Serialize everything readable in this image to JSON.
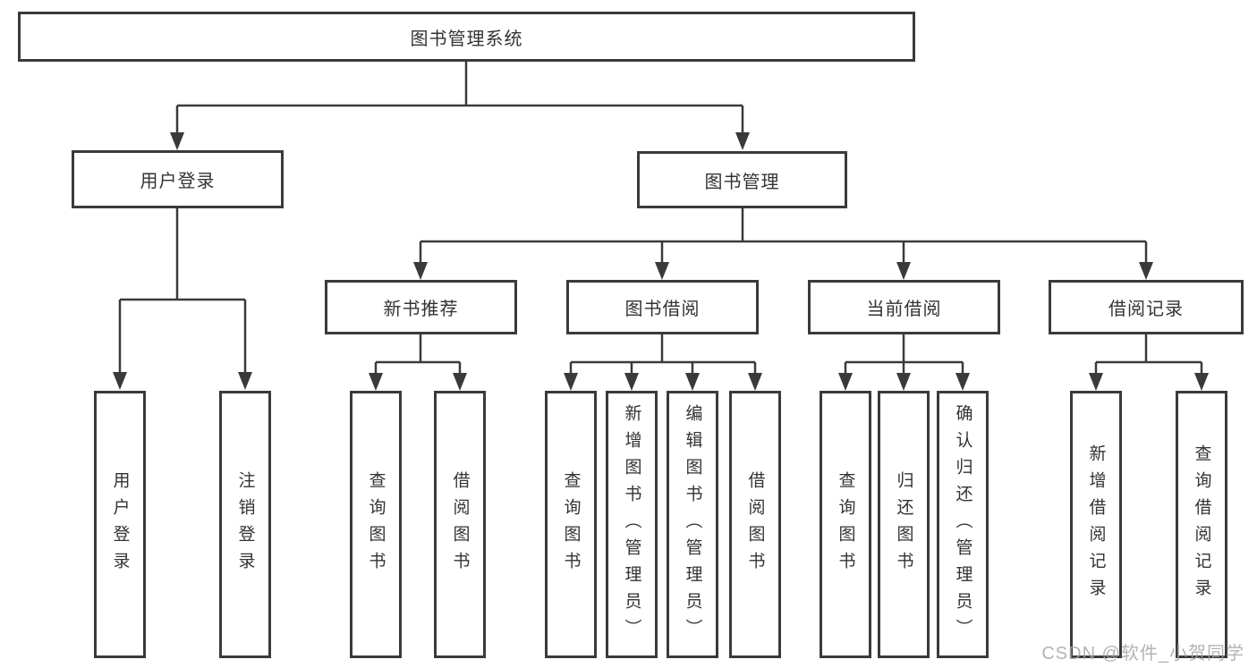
{
  "diagram": {
    "root": {
      "label": "图书管理系统",
      "children": [
        {
          "label": "用户登录",
          "children": [
            {
              "label": "用户登录"
            },
            {
              "label": "注销登录"
            }
          ]
        },
        {
          "label": "图书管理",
          "children": [
            {
              "label": "新书推荐",
              "children": [
                {
                  "label": "查询图书"
                },
                {
                  "label": "借阅图书"
                }
              ]
            },
            {
              "label": "图书借阅",
              "children": [
                {
                  "label": "查询图书"
                },
                {
                  "label": "新增图书（管理员）"
                },
                {
                  "label": "编辑图书（管理员）"
                },
                {
                  "label": "借阅图书"
                }
              ]
            },
            {
              "label": "当前借阅",
              "children": [
                {
                  "label": "查询图书"
                },
                {
                  "label": "归还图书"
                },
                {
                  "label": "确认归还（管理员）"
                }
              ]
            },
            {
              "label": "借阅记录",
              "children": [
                {
                  "label": "新增借阅记录"
                },
                {
                  "label": "查询借阅记录"
                }
              ]
            }
          ]
        }
      ]
    }
  },
  "watermark": "CSDN @软件_小贺同学",
  "colors": {
    "line": "#3a3a3a",
    "text": "#333333",
    "background": "#ffffff",
    "watermark": "#a6a6a6"
  }
}
